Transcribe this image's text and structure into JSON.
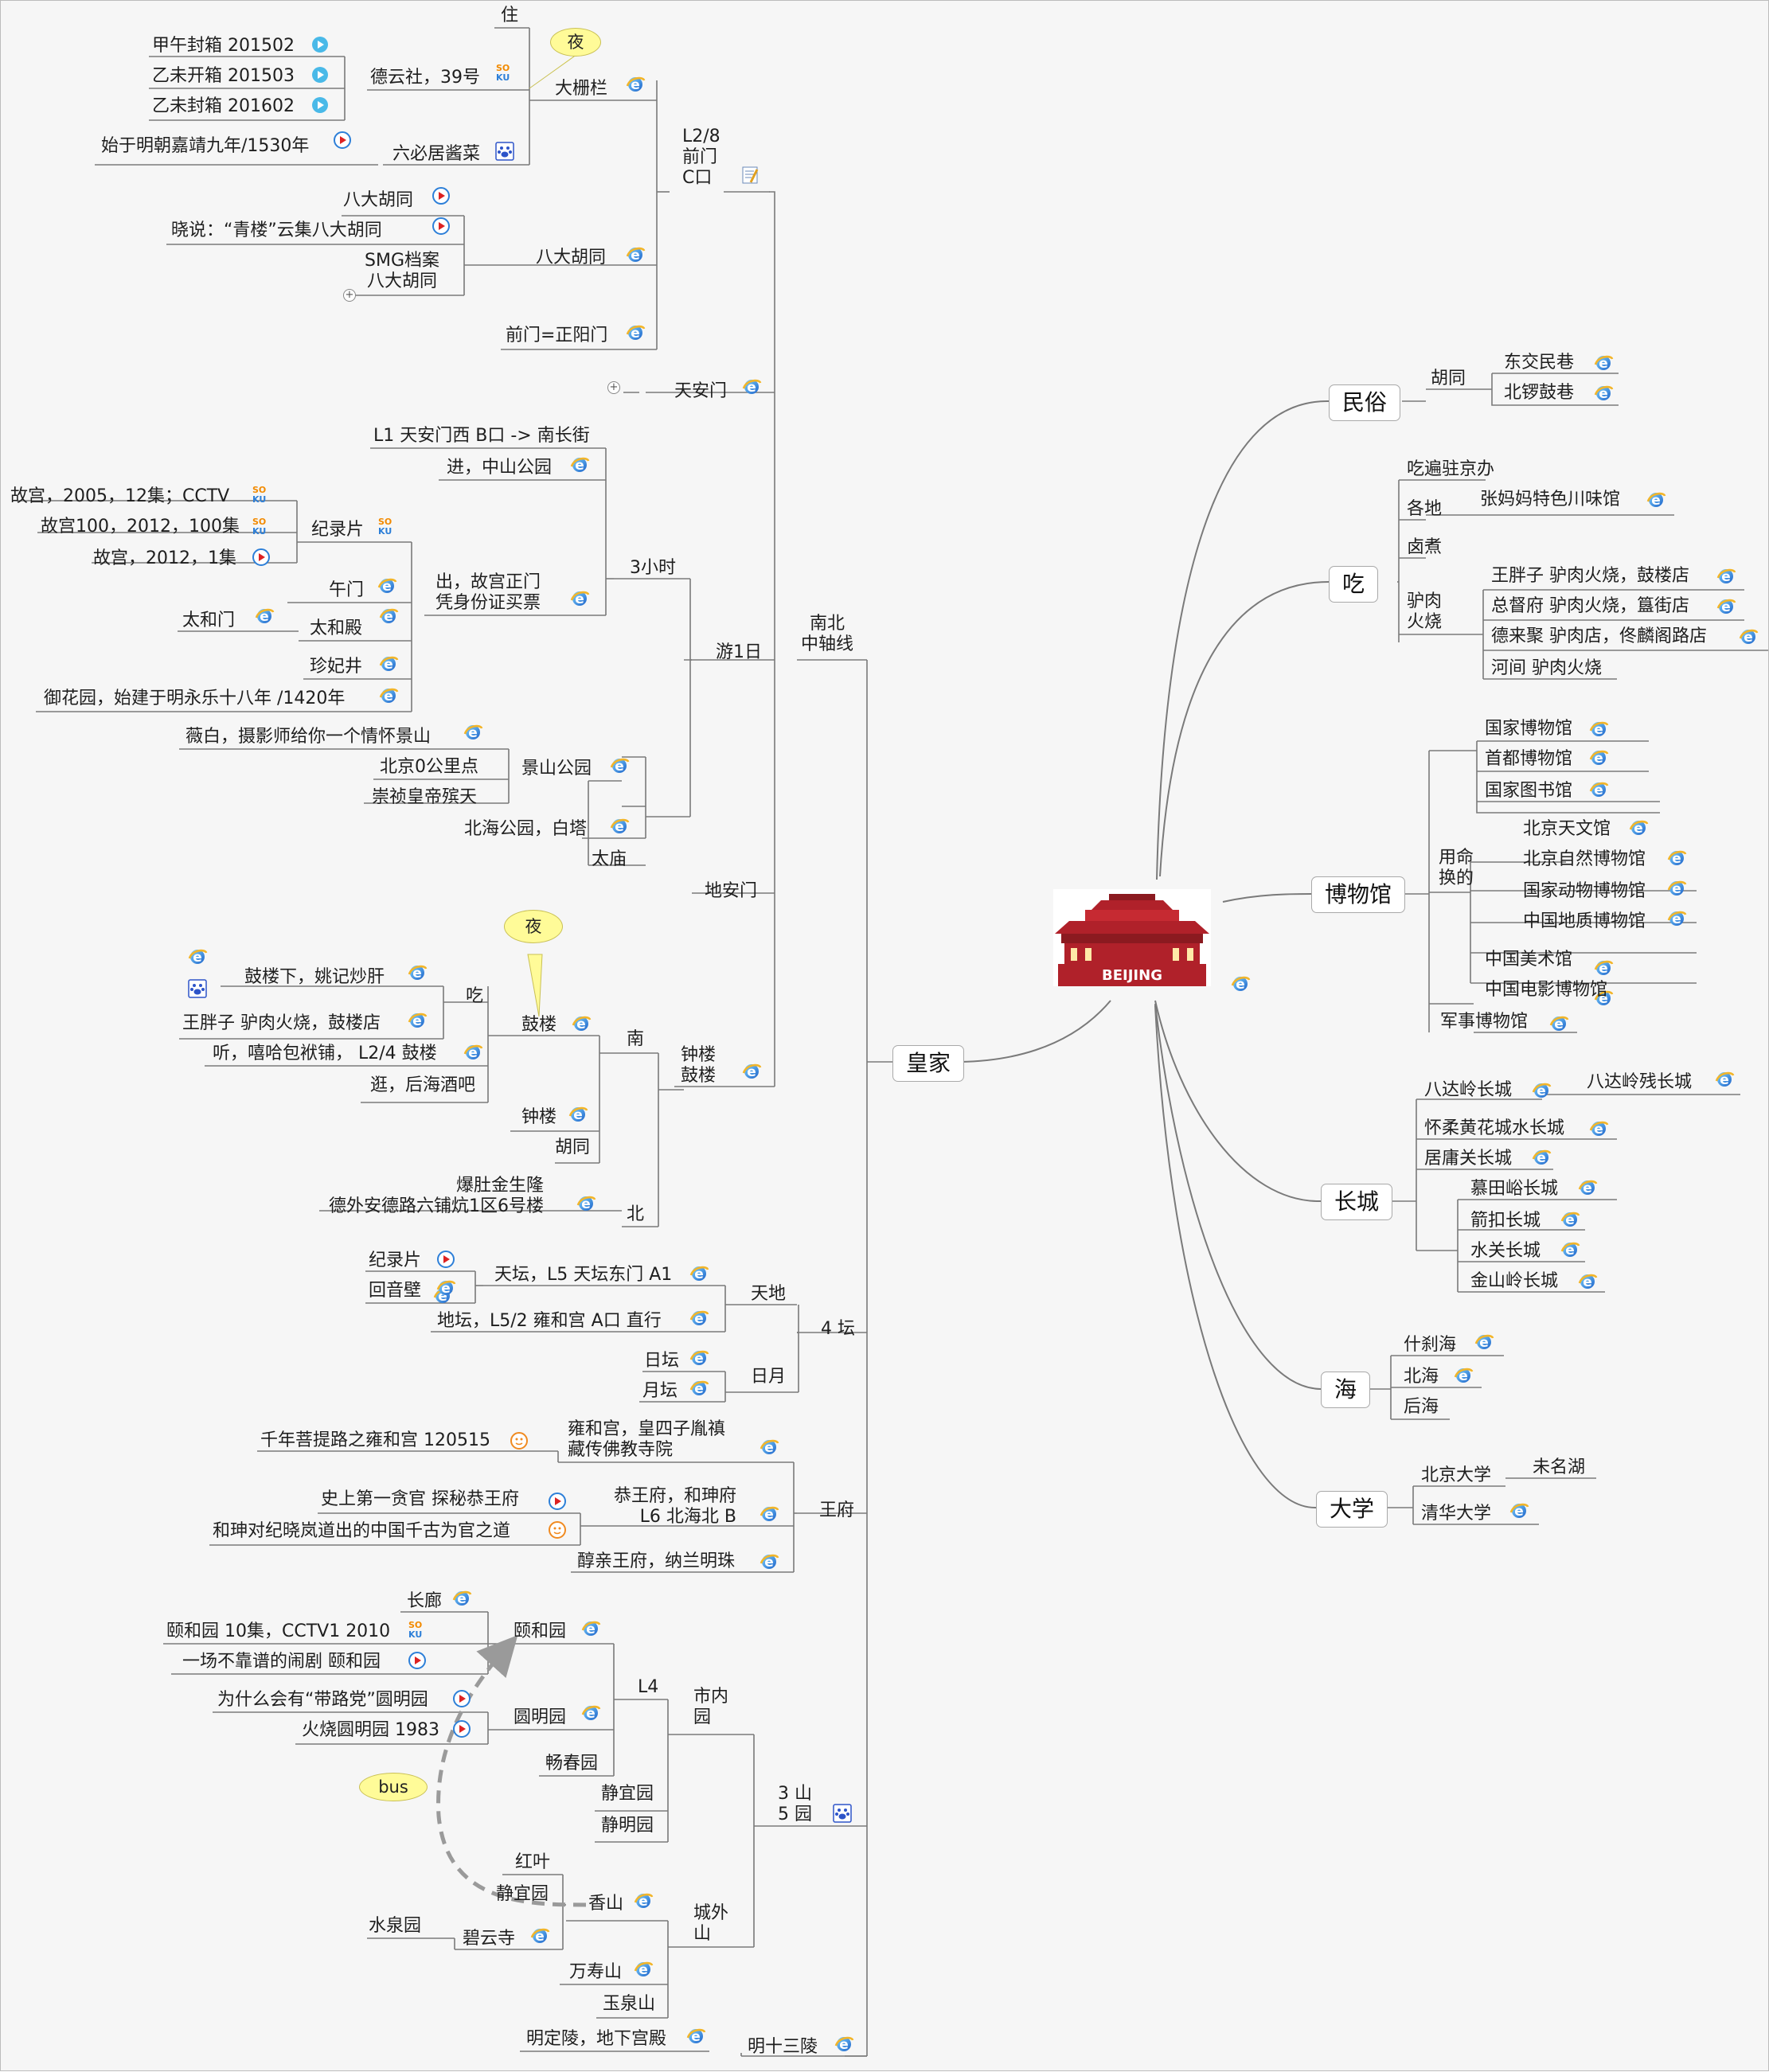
{
  "center": {
    "label": "BEIJING"
  },
  "colors": {
    "line": "#7a7a7a",
    "accent_red": "#b0212a",
    "bubble": "#fffb98",
    "ie_blue": "#2d7fd8"
  },
  "branches": {
    "minsu": "民俗",
    "chi": "吃",
    "bowuguan": "博物馆",
    "changcheng": "长城",
    "hai": "海",
    "daxue": "大学",
    "huangjia": "皇家"
  },
  "right": {
    "hutong": "胡同",
    "dongjiaominxiang": "东交民巷",
    "beiluoguxiang": "北锣鼓巷",
    "chibian": "吃遍驻京办",
    "gedi": "各地",
    "zhangmama": "张妈妈特色川味馆",
    "luzhu": "卤煮",
    "lurou": "驴肉\n火烧",
    "wangpangzi": "王胖子 驴肉火烧，鼓楼店",
    "zongdufu": "总督府 驴肉火烧，簋街店",
    "delaiju": "德来聚 驴肉店，佟麟阁路店",
    "hejian": "河间 驴肉火烧",
    "guojia_bwg": "国家博物馆",
    "shoudu_bwg": "首都博物馆",
    "guojia_tsg": "国家图书馆",
    "yongminghuan": "用命\n换的",
    "tianwenguan": "北京天文馆",
    "ziran": "北京自然博物馆",
    "dongwu": "国家动物博物馆",
    "dizhi": "中国地质博物馆",
    "meishu": "中国美术馆",
    "dianying": "中国电影博物馆",
    "junshi": "军事博物馆",
    "badaling": "八达岭长城",
    "badaling_can": "八达岭残长城",
    "huairou": "怀柔黄花城水长城",
    "juyong": "居庸关长城",
    "mutianyu": "慕田峪长城",
    "jiankou": "箭扣长城",
    "shuiguan": "水关长城",
    "jinshanling": "金山岭长城",
    "shichahai": "什刹海",
    "beihai": "北海",
    "houhai": "后海",
    "beida": "北京大学",
    "weiminghu": "未名湖",
    "qinghua": "清华大学"
  },
  "axis": {
    "nanbei": "南北\n中轴线",
    "l28": "L2/8\n前门\nC口",
    "zhu": "住",
    "ye1": "夜",
    "ye2": "夜",
    "dashilan": "大栅栏",
    "deyunshe": "德云社，39号",
    "jiawu": "甲午封箱  201502",
    "yiwei_kai": "乙未开箱  201503",
    "yiwei_feng": "乙未封箱  201602",
    "liubiju": "六必居酱菜",
    "shiyu": "始于明朝嘉靖九年/1530年",
    "badahutong": "八大胡同",
    "badahutong_v": "八大胡同",
    "xiaoshuo": "晓说：“青楼”云集八大胡同",
    "smg": "SMG档案\n八大胡同",
    "qianmen": "前门=正阳门",
    "tiananmen": "天安门",
    "l1": "L1 天安门西 B口 -> 南长街",
    "jin": "进，中山公园",
    "yiri": "游1日",
    "sanxiaoshi": "3小时",
    "gugong1": "故宫，2005，12集；CCTV",
    "gugong100": "故宫100，2012，100集",
    "gugong2012": "故宫，2012，1集",
    "jilupian": "纪录片",
    "chu": "出，故宫正门\n凭身份证买票",
    "wumen": "午门",
    "taihemen": "太和门",
    "taihedian": "太和殿",
    "zhenfeijing": "珍妃井",
    "yuhuayuan": "御花园，始建于明永乐十八年 /1420年",
    "weibai": "薇白，摄影师给你一个情怀景山",
    "ling": "北京0公里点",
    "jingshan": "景山公园",
    "chongzhen": "崇祯皇帝殡天",
    "beihaigy": "北海公园，白塔",
    "taimiao": "太庙",
    "dianmen": "地安门",
    "zhonggulou": "钟楼\n鼓楼",
    "nan": "南",
    "bei": "北",
    "chi2": "吃",
    "gulou": "鼓楼",
    "yaoji": "鼓楼下，姚记炒肝",
    "wangpangzi2": "王胖子 驴肉火烧，鼓楼店",
    "xiha": "听，嘻哈包袱铺， L2/4 鼓楼",
    "guang": "逛，后海酒吧",
    "zhonglou": "钟楼",
    "hutong2": "胡同",
    "baodu": "爆肚金生隆\n德外安德路六铺炕1区6号楼",
    "sitan": "4 坛",
    "tiandi": "天地",
    "riyue": "日月",
    "tiantan": "天坛，L5 天坛东门 A1",
    "jilupian2": "纪录片",
    "huiyinbi": "回音壁",
    "ditan": "地坛，L5/2 雍和宫  A口 直行",
    "ritan": "日坛",
    "yuetan": "月坛",
    "wangfu": "王府",
    "yonghegong": "雍和宫，皇四子胤禛\n藏传佛教寺院",
    "qianian": "千年菩提路之雍和宫 120515",
    "gongwangfu": "恭王府，和珅府\nL6 北海北 B",
    "tanguan": "史上第一贪官 探秘恭王府",
    "heshen": "和珅对纪晓岚道出的中国千古为官之道",
    "chunqin": "醇亲王府，纳兰明珠",
    "sanshan": "3 山\n5 园",
    "shinei": "市内\n园",
    "chengwai": "城外\n山",
    "l4": "L4",
    "yiheyuan": "颐和园",
    "changlang": "长廊",
    "yhy10": "颐和园 10集，CCTV1 2010",
    "yichang": "一场不靠谱的闹剧 颐和园",
    "yuanmingyuan": "圆明园",
    "dailudang": "为什么会有“带路党”圆明园",
    "huoshao": "火烧圆明园 1983",
    "changchunyuan": "畅春园",
    "jingyiyuan": "静宜园",
    "jingmingyuan": "静明园",
    "bus": "bus",
    "hongye": "红叶",
    "jingyiyuan2": "静宜园",
    "xiangshan": "香山",
    "shuiquanyuan": "水泉园",
    "biyunsi": "碧云寺",
    "wanshoushan": "万寿山",
    "yuquanshan": "玉泉山",
    "mingshisanling": "明十三陵",
    "dingling": "明定陵，地下宫殿"
  }
}
